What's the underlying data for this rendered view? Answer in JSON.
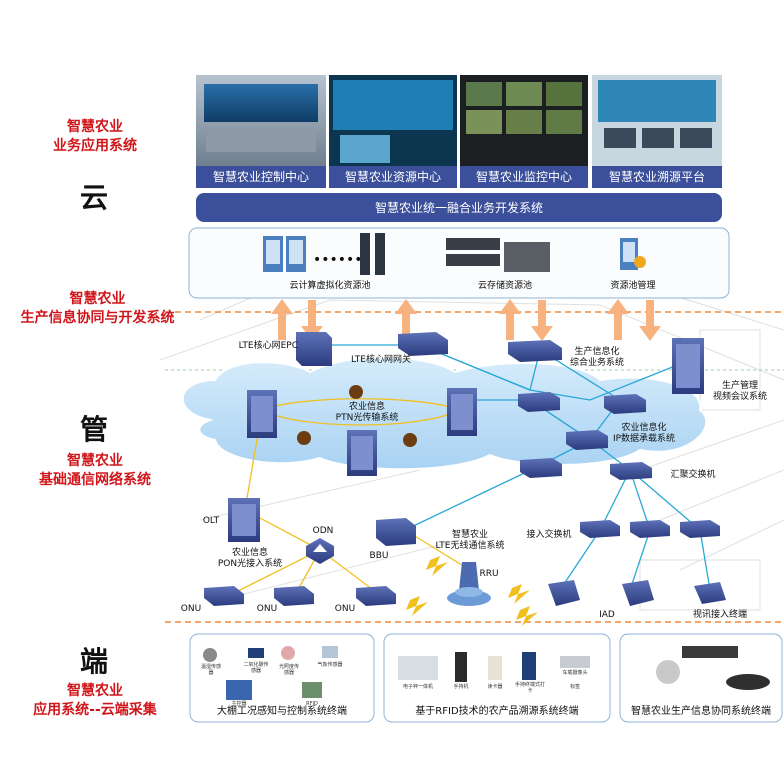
{
  "layers": {
    "cloud": "云",
    "pipe": "管",
    "end": "端"
  },
  "sections": {
    "app_system": [
      "智慧农业",
      "业务应用系统"
    ],
    "production": [
      "智慧农业",
      "生产信息协同与开发系统"
    ],
    "network": [
      "智慧农业",
      "基础通信网络系统"
    ],
    "terminal": [
      "智慧农业",
      "应用系统--云端采集"
    ]
  },
  "centers": [
    {
      "label": "智慧农业控制中心"
    },
    {
      "label": "智慧农业资源中心"
    },
    {
      "label": "智慧农业监控中心"
    },
    {
      "label": "智慧农业溯源平台"
    }
  ],
  "unified_bar": "智慧农业统一融合业务开发系统",
  "resource_pools": [
    "云计算虚拟化资源池",
    "云存储资源池",
    "资源池管理"
  ],
  "network_nodes": {
    "epc": "LTE核心网EPC",
    "gateway": "LTE核心网网关",
    "production_sys": [
      "生产信息化",
      "综合业务系统"
    ],
    "video_conf": [
      "生产管理",
      "视频会议系统"
    ],
    "ptn": [
      "农业信息",
      "PTN光传输系统"
    ],
    "ip_net": [
      "农业信息化",
      "IP数据承载系统"
    ],
    "aggregation": "汇聚交换机",
    "olt": "OLT",
    "odn": "ODN",
    "pon": [
      "农业信息",
      "PON光接入系统"
    ],
    "bbu": "BBU",
    "lte_wireless": [
      "智慧农业",
      "LTE无线通信系统"
    ],
    "rru": "RRU",
    "access_switch": "接入交换机",
    "onu": "ONU",
    "iad": "IAD",
    "video_access": "视讯接入终端"
  },
  "terminal_boxes": [
    {
      "label": "大棚工况感知与控制系统终端"
    },
    {
      "label": "基于RFID技术的农产品溯源系统终端"
    },
    {
      "label": "智慧农业生产信息协同系统终端"
    }
  ],
  "device_labels": {
    "box1": [
      "温湿传感器",
      "二氧化碳传感器",
      "光照度传感器",
      "气象传感器",
      "主控器",
      "RFID"
    ],
    "box2": [
      "电子秤一体机",
      "手持机",
      "读卡器",
      "手持终端式打卡",
      "车载摄像头",
      "标签"
    ]
  },
  "colors": {
    "section_red": "#d0161b",
    "bar_blue": "#3b4f9a",
    "cloud_blue": "#b9dcf6",
    "link_cyan": "#29a7d6",
    "link_yellow": "#f0c020",
    "arrow_orange": "#f8b27f",
    "divider_orange": "#ef8a3c"
  }
}
